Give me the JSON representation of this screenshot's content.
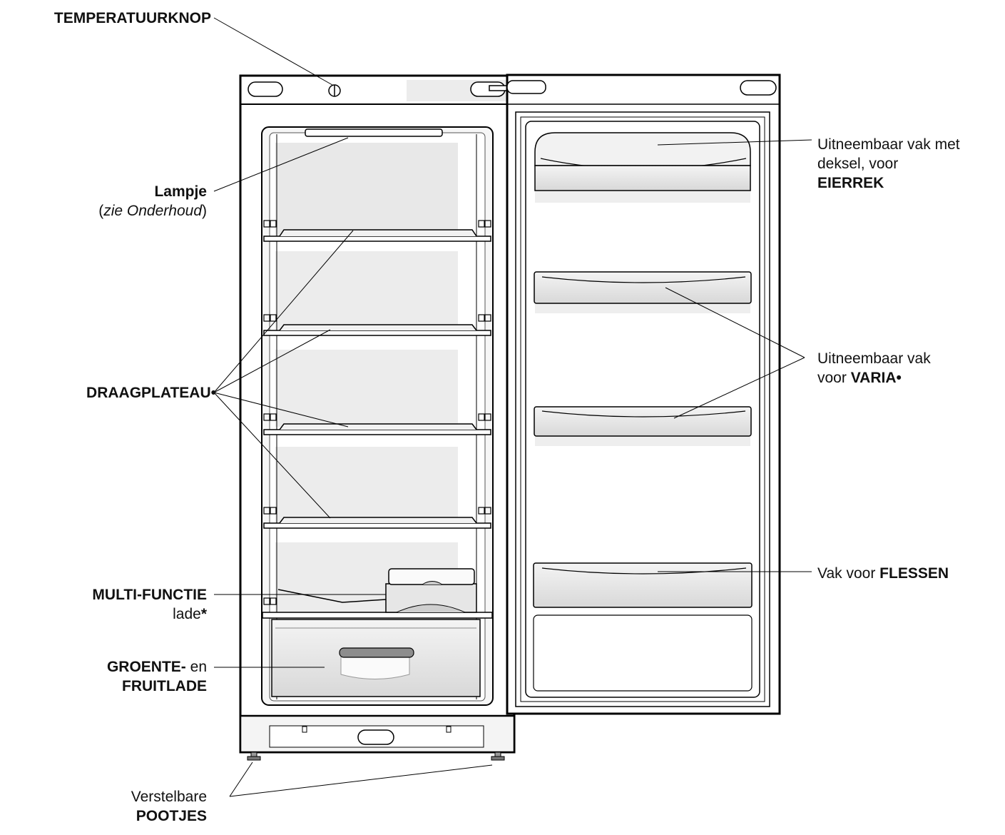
{
  "labels": {
    "temperatuurknop": {
      "bold": "TEMPERATUURKNOP"
    },
    "lampje": {
      "bold": "Lampje",
      "open": "(",
      "italic": "zie Onderhoud",
      "close": ")"
    },
    "draagplateau": {
      "bold": "DRAAGPLATEAU",
      "mark": "•"
    },
    "multifunctie": {
      "bold": "MULTI-FUNCTIE",
      "text": "lade",
      "mark": "*"
    },
    "groente": {
      "bold1": "GROENTE-",
      "text": "en",
      "bold2": "FRUITLADE"
    },
    "pootjes": {
      "text": "Verstelbare",
      "bold": "POOTJES"
    },
    "eierrek": {
      "line1": "Uitneembaar vak met",
      "line2": "deksel, voor",
      "bold": "EIERREK"
    },
    "varia": {
      "line1": "Uitneembaar vak",
      "text": "voor",
      "bold": "VARIA",
      "mark": "•"
    },
    "flessen": {
      "text": "Vak voor",
      "bold": "FLESSEN"
    }
  }
}
